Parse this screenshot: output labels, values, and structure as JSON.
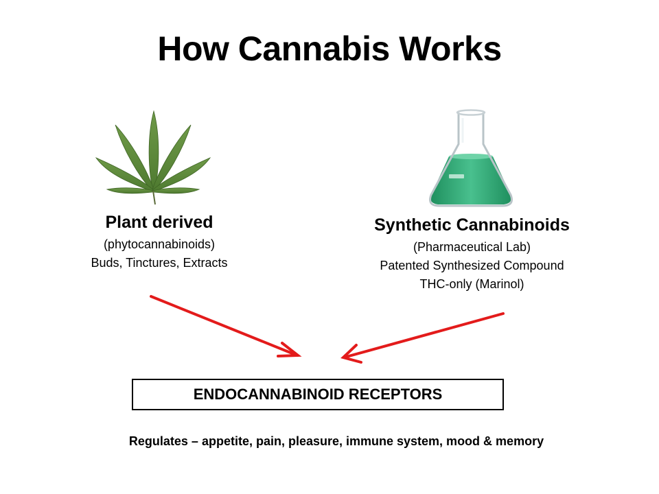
{
  "title": "How Cannabis Works",
  "plant": {
    "heading": "Plant derived",
    "lines": [
      "(phytocannabinoids)",
      "Buds, Tinctures, Extracts"
    ]
  },
  "synthetic": {
    "heading": "Synthetic Cannabinoids",
    "lines": [
      "(Pharmaceutical Lab)",
      "Patented Synthesized Compound",
      "THC-only (Marinol)"
    ]
  },
  "receptor_box": "ENDOCANNABINOID RECEPTORS",
  "regulates": "Regulates – appetite, pain, pleasure, immune system, mood & memory",
  "colors": {
    "arrow": "#e31b1b",
    "leaf": "#5f8a3a",
    "liquid": "#2fae7a"
  },
  "icons": {
    "plant": "cannabis-leaf-icon",
    "synthetic": "erlenmeyer-flask-icon"
  }
}
